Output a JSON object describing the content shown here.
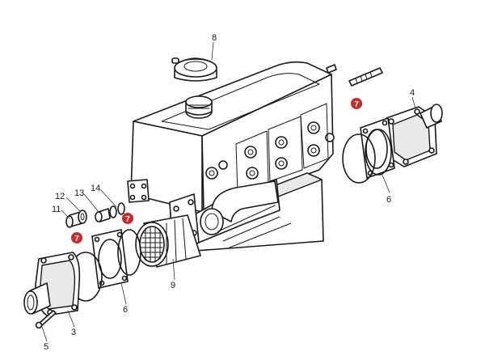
{
  "callouts": {
    "c3": "3",
    "c4": "4",
    "c5": "5",
    "c6a": "6",
    "c6b": "6",
    "c8": "8",
    "c9": "9",
    "c11": "11",
    "c12": "12",
    "c13": "13",
    "c14": "14"
  },
  "markers": {
    "m1": "7",
    "m2": "7",
    "m3": "7"
  },
  "colors": {
    "marker": "#cc2a2a",
    "line": "#1a1a1a"
  }
}
